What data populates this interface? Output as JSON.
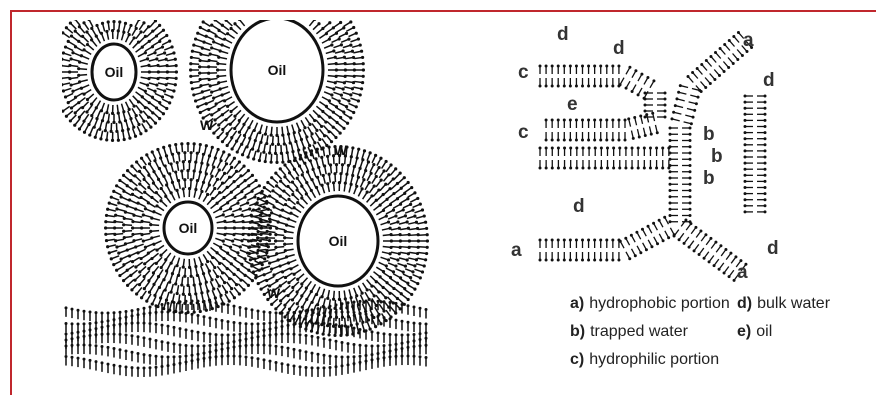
{
  "left_diagram": {
    "oil_labels": [
      "Oil",
      "Oil",
      "Oil",
      "Oil"
    ],
    "water_labels": [
      "W",
      "W",
      "W"
    ]
  },
  "right_diagram": {
    "letters": [
      "d",
      "d",
      "a",
      "d",
      "c",
      "e",
      "c",
      "b",
      "b",
      "b",
      "d",
      "a",
      "a",
      "d"
    ]
  },
  "legend": [
    {
      "key": "a)",
      "text": "hydrophobic portion"
    },
    {
      "key": "b)",
      "text": "trapped water"
    },
    {
      "key": "c)",
      "text": "hydrophilic portion"
    },
    {
      "key": "d)",
      "text": "bulk water"
    },
    {
      "key": "e)",
      "text": "oil"
    }
  ],
  "colors": {
    "frame": "#c0272d",
    "ink": "#111111"
  }
}
